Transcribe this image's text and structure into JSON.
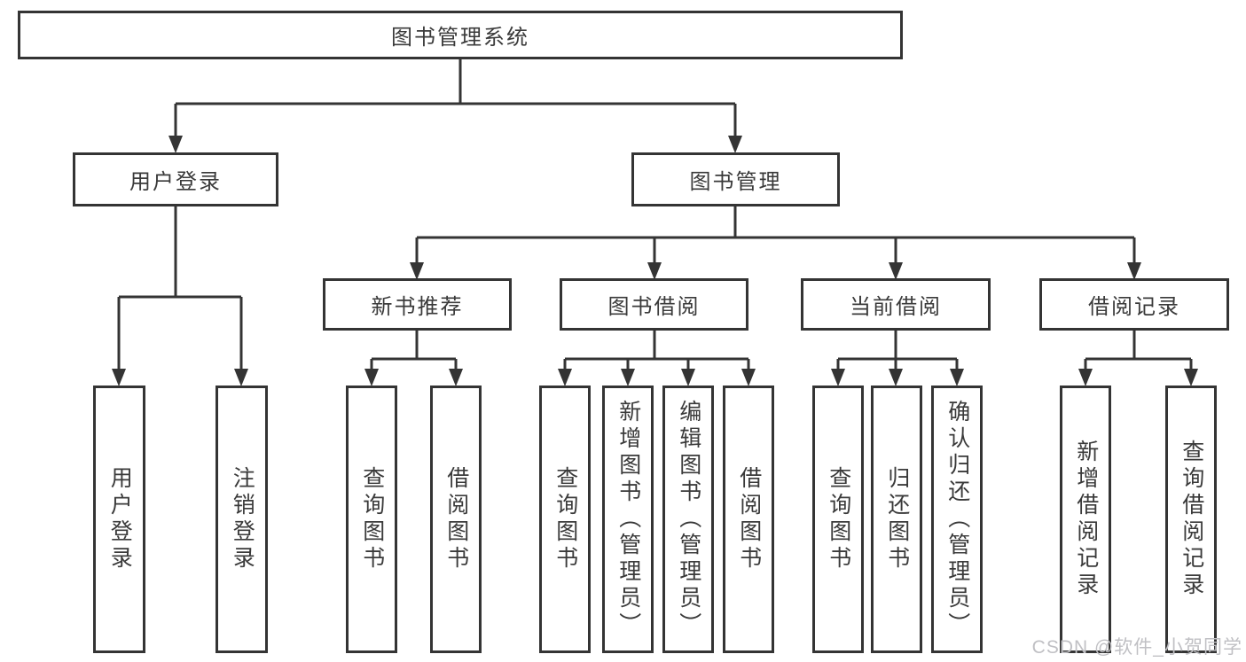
{
  "tree": {
    "root": "图书管理系统",
    "children": [
      {
        "label": "用户登录",
        "children": [
          "用户登录",
          "注销登录"
        ]
      },
      {
        "label": "图书管理",
        "children": [
          {
            "label": "新书推荐",
            "children": [
              "查询图书",
              "借阅图书"
            ]
          },
          {
            "label": "图书借阅",
            "children": [
              "查询图书",
              "新增图书（管理员）",
              "编辑图书（管理员）",
              "借阅图书"
            ]
          },
          {
            "label": "当前借阅",
            "children": [
              "查询图书",
              "归还图书",
              "确认归还（管理员）"
            ]
          },
          {
            "label": "借阅记录",
            "children": [
              "新增借阅记录",
              "查询借阅记录"
            ]
          }
        ]
      }
    ]
  },
  "watermark": "CSDN @软件_小贺同学",
  "colors": {
    "line": "#343434",
    "text": "#3a3a3a",
    "watermark": "#c0c0c4",
    "background": "#ffffff"
  }
}
